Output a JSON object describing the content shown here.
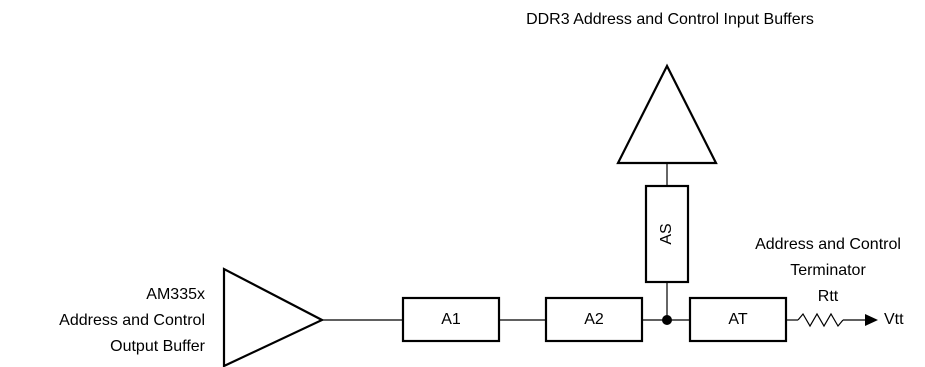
{
  "diagram": {
    "input_buffers_label": "DDR3 Address and Control Input Buffers",
    "output_buffer_label": {
      "line1": "AM335x",
      "line2": "Address and Control",
      "line3": "Output Buffer"
    },
    "terminator_label": {
      "line1": "Address and Control",
      "line2": "Terminator",
      "line3": "Rtt"
    },
    "segments": {
      "a1": "A1",
      "a2": "A2",
      "at": "AT",
      "as": "AS"
    },
    "vtt_label": "Vtt"
  }
}
